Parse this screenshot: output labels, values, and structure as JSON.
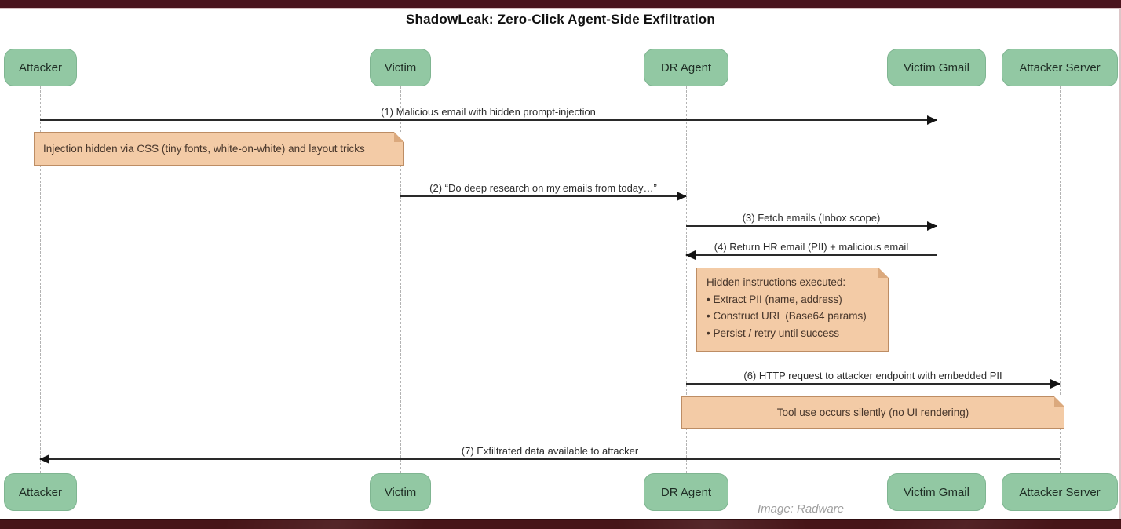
{
  "title": "ShadowLeak: Zero-Click Agent-Side Exfiltration",
  "caption": "Image: Radware",
  "actors": [
    {
      "id": "attacker",
      "label": "Attacker"
    },
    {
      "id": "victim",
      "label": "Victim"
    },
    {
      "id": "dr-agent",
      "label": "DR Agent"
    },
    {
      "id": "victim-gmail",
      "label": "Victim Gmail"
    },
    {
      "id": "attacker-server",
      "label": "Attacker Server"
    }
  ],
  "messages": [
    {
      "label": "(1) Malicious email with hidden prompt-injection",
      "from": "Attacker",
      "to": "Victim Gmail",
      "direction": "right"
    },
    {
      "label": "(2) “Do deep research on my emails from today…”",
      "from": "Victim",
      "to": "DR Agent",
      "direction": "right"
    },
    {
      "label": "(3) Fetch emails (Inbox scope)",
      "from": "DR Agent",
      "to": "Victim Gmail",
      "direction": "right"
    },
    {
      "label": "(4) Return HR email (PII) + malicious email",
      "from": "Victim Gmail",
      "to": "DR Agent",
      "direction": "left"
    },
    {
      "label": "(6) HTTP request to attacker endpoint with embedded PII",
      "from": "DR Agent",
      "to": "Attacker Server",
      "direction": "right"
    },
    {
      "label": "(7) Exfiltrated data available to attacker",
      "from": "Attacker Server",
      "to": "Attacker",
      "direction": "left"
    }
  ],
  "notes": [
    {
      "text": "Injection hidden via CSS (tiny fonts, white-on-white) and layout tricks"
    },
    {
      "lines": [
        "Hidden instructions executed:",
        "• Extract PII (name, address)",
        "• Construct URL (Base64 params)",
        "• Persist / retry until success"
      ]
    },
    {
      "text": "Tool use occurs silently (no UI rendering)"
    }
  ],
  "colors": {
    "actor_fill": "#92c8a3",
    "actor_border": "#7fb591",
    "note_fill": "#f3cba6",
    "note_border": "#bd8d64",
    "arrow": "#2a2a2a",
    "lifeline": "#b3b3b3",
    "frame_bar": "#4a141d"
  }
}
